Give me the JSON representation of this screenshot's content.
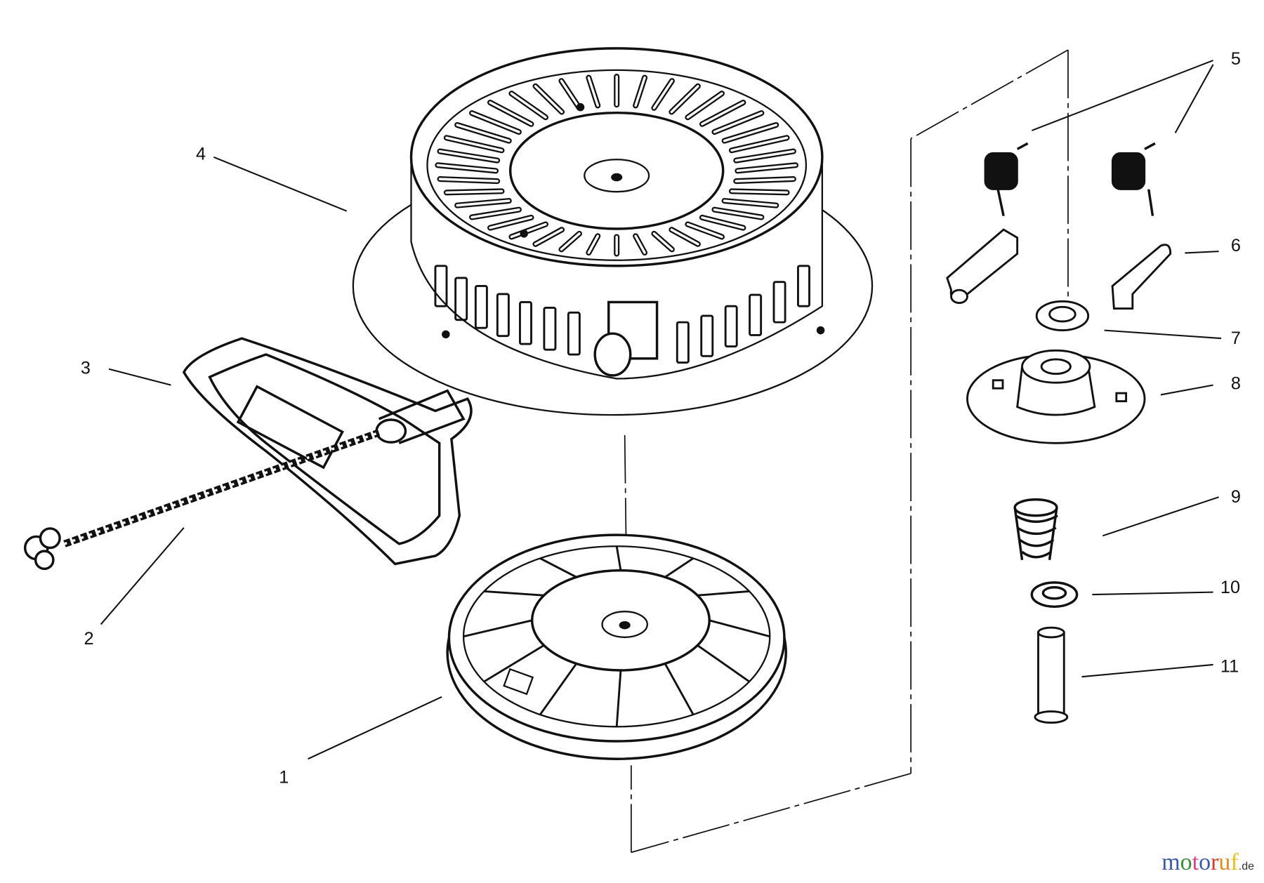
{
  "diagram": {
    "callouts": [
      {
        "id": "1",
        "label": "1"
      },
      {
        "id": "2",
        "label": "2"
      },
      {
        "id": "3",
        "label": "3"
      },
      {
        "id": "4",
        "label": "4"
      },
      {
        "id": "5",
        "label": "5"
      },
      {
        "id": "6",
        "label": "6"
      },
      {
        "id": "7",
        "label": "7"
      },
      {
        "id": "8",
        "label": "8"
      },
      {
        "id": "9",
        "label": "9"
      },
      {
        "id": "10",
        "label": "10"
      },
      {
        "id": "11",
        "label": "11"
      }
    ]
  },
  "watermark": {
    "letters": [
      "m",
      "o",
      "t",
      "o",
      "r",
      "u",
      "f"
    ],
    "colors": [
      "#3b5ba9",
      "#3a8f3a",
      "#e0408a",
      "#3b5ba9",
      "#d83a2a",
      "#e08a20",
      "#e8c020"
    ],
    "tld": ".de"
  }
}
